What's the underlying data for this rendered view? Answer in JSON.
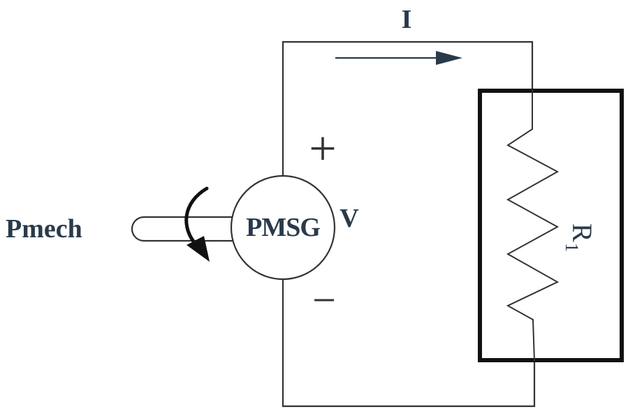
{
  "diagram": {
    "current_label": "I",
    "plus_sign": "+",
    "minus_sign": "−",
    "generator_label": "PMSG",
    "voltage_label": "V",
    "input_label": "Pmech",
    "resistor_label": "R",
    "resistor_subscript": "1",
    "colors": {
      "wire": "#333333",
      "text": "#2a3a4a",
      "arrow": "#2a3a4a",
      "box": "#111111",
      "rotation_arrow": "#111111",
      "background": "#ffffff"
    }
  }
}
